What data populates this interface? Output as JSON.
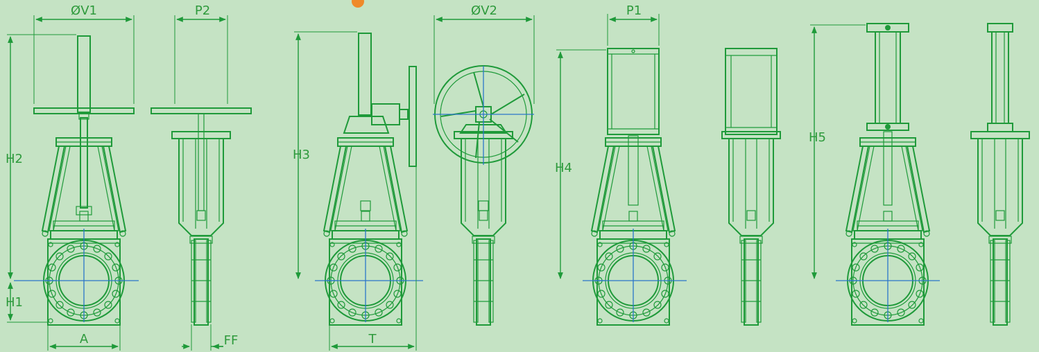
{
  "labels": {
    "v1": "ØV1",
    "p2": "P2",
    "v2": "ØV2",
    "p1": "P1",
    "h1": "H1",
    "h2": "H2",
    "h3": "H3",
    "h4": "H4",
    "h5": "H5",
    "a": "A",
    "ff": "FF",
    "t": "T"
  },
  "colors": {
    "background": "#c5e3c4",
    "line": "#1f9a3a",
    "centerline": "#2b76c9",
    "accent": "#ef8a2a"
  }
}
